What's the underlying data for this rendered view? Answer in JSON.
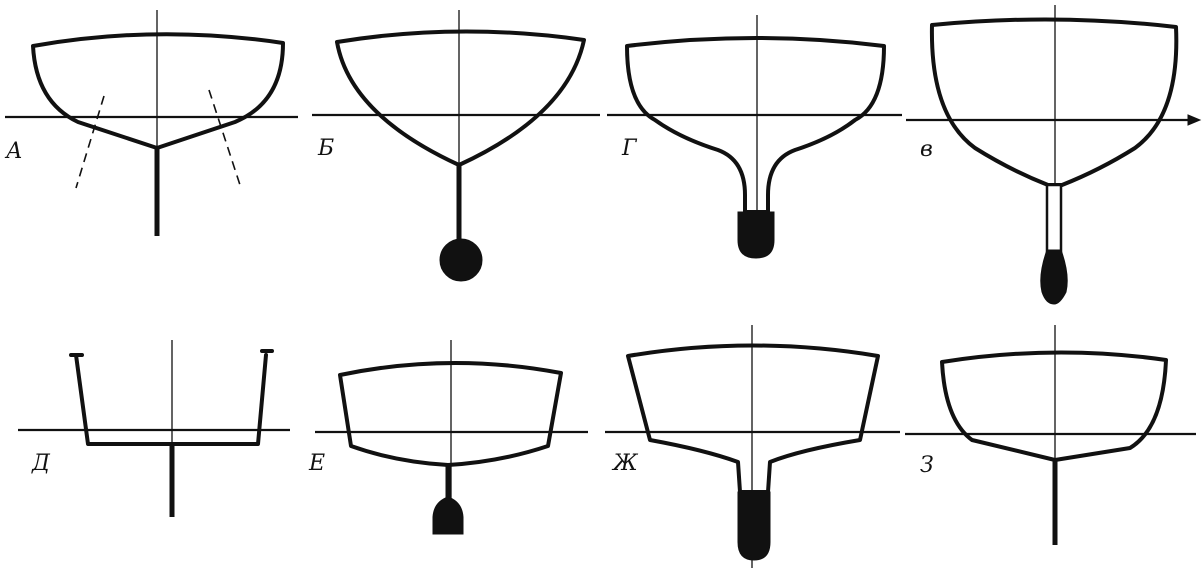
{
  "panels": [
    {
      "id": "a",
      "label": "А"
    },
    {
      "id": "b",
      "label": "Б"
    },
    {
      "id": "g",
      "label": "Г"
    },
    {
      "id": "v",
      "label": "в"
    },
    {
      "id": "d",
      "label": "Д"
    },
    {
      "id": "e",
      "label": "Е"
    },
    {
      "id": "zh",
      "label": "Ж"
    },
    {
      "id": "z",
      "label": "З"
    }
  ]
}
